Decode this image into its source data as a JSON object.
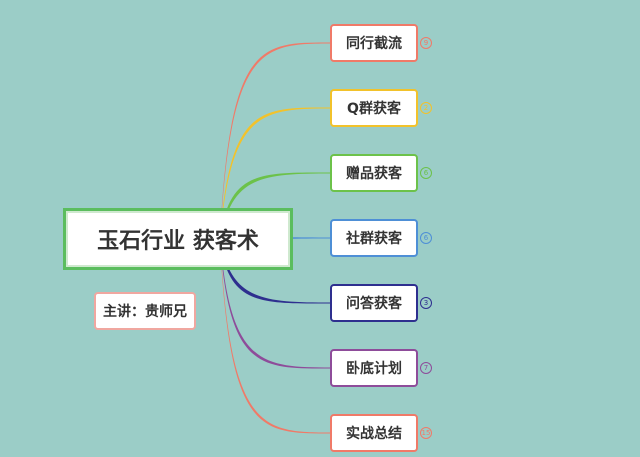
{
  "root": {
    "title": "玉石行业 获客术",
    "border_color": "#5bbd5e"
  },
  "speaker": {
    "label": "主讲：贵师兄",
    "border_color": "#f0a7a0"
  },
  "branches": [
    {
      "label": "同行截流",
      "color": "#f07a68",
      "badge": "9"
    },
    {
      "label": "Q群获客",
      "color": "#f2c22b",
      "badge": "2"
    },
    {
      "label": "赠品获客",
      "color": "#6cc24a",
      "badge": "6"
    },
    {
      "label": "社群获客",
      "color": "#4e8fd6",
      "badge": "6"
    },
    {
      "label": "问答获客",
      "color": "#2e2f8f",
      "badge": "3"
    },
    {
      "label": "卧底计划",
      "color": "#8e4c9a",
      "badge": "7"
    },
    {
      "label": "实战总结",
      "color": "#f07a68",
      "badge": "15"
    }
  ]
}
